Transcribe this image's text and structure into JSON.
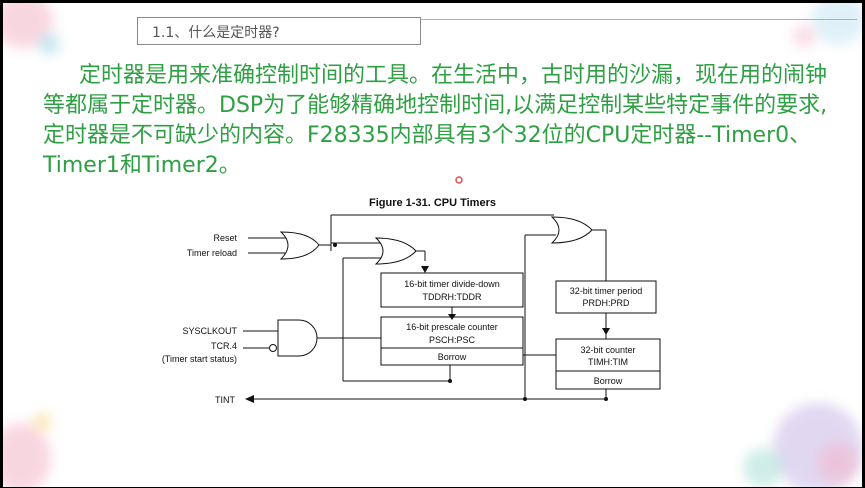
{
  "slide": {
    "section_title": "1.1、什么是定时器?",
    "paragraph": "定时器是用来准确控制时间的工具。在生活中，古时用的沙漏，现在用的闹钟等都属于定时器。DSP为了能够精确地控制时间,以满足控制某些特定事件的要求,定时器是不可缺少的内容。F28335内部具有3个32位的CPU定时器--Timer0、Timer1和Timer2。"
  },
  "figure": {
    "title": "Figure 1-31. CPU Timers",
    "inputs": {
      "reset": "Reset",
      "timer_reload": "Timer reload",
      "sysclkout": "SYSCLKOUT",
      "tcr4": "TCR.4",
      "timer_start_status": "(Timer start status)"
    },
    "blocks": {
      "divide_down_line1": "16-bit timer divide-down",
      "divide_down_line2": "TDDRH:TDDR",
      "prescale_line1": "16-bit prescale counter",
      "prescale_line2": "PSCH:PSC",
      "prescale_borrow": "Borrow",
      "period_line1": "32-bit timer period",
      "period_line2": "PRDH:PRD",
      "counter_line1": "32-bit counter",
      "counter_line2": "TIMH:TIM",
      "counter_borrow": "Borrow"
    },
    "output": "TINT"
  },
  "colors": {
    "body_text": "#2ea043",
    "title_text": "#555555",
    "diagram_line": "#111111"
  }
}
